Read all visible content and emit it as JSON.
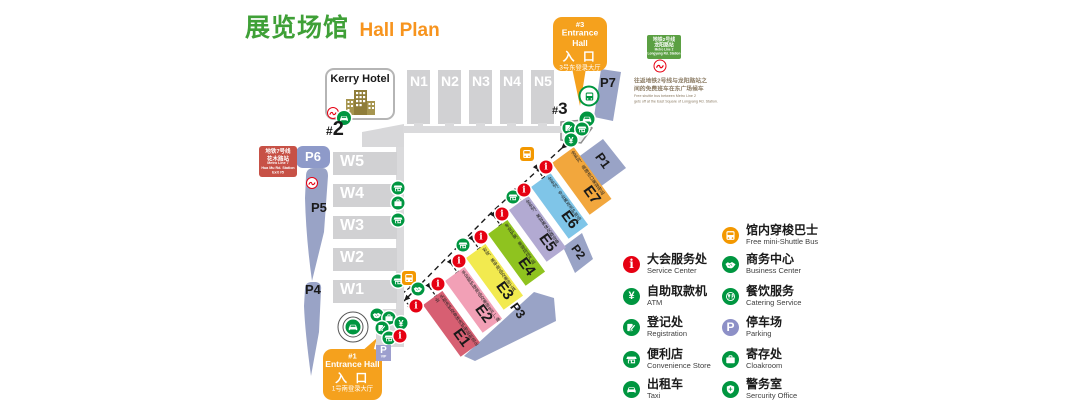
{
  "title": {
    "zh": "展览场馆",
    "en": "Hall Plan"
  },
  "landmark": {
    "kerry_hotel": "Kerry Hotel"
  },
  "entrance_marks": {
    "hash": "#",
    "e2_num": "2",
    "e3_num": "3"
  },
  "callout1": {
    "num": "#1",
    "line1": "Entrance Hall",
    "line2": "入 口",
    "line3": "1号南登录大厅"
  },
  "callout3": {
    "num": "#3",
    "line1": "Entrance Hall",
    "line2": "入 口",
    "line3": "3号东登录大厅"
  },
  "halls_north": [
    "N1",
    "N2",
    "N3",
    "N4",
    "N5"
  ],
  "halls_west": [
    "W5",
    "W4",
    "W3",
    "W2",
    "W1"
  ],
  "halls_east": [
    {
      "id": "E1",
      "color": "#d75f72",
      "label": "头部洗护及身体洗护用品制造企业"
    },
    {
      "id": "E2",
      "color": "#f2a0b6",
      "label": "手足部护理用品及美容生产厂商"
    },
    {
      "id": "E3",
      "color": "#f2ea4f",
      "label": "彩妆、美甲用品及美容工具"
    },
    {
      "id": "E4",
      "color": "#8fc31f",
      "label": "专业护肤、美容院线产品"
    },
    {
      "id": "E5",
      "color": "#b2aad2",
      "label": "全系列、美容美体仪器设备"
    },
    {
      "id": "E6",
      "color": "#7fc5e8",
      "label": "全系列、专业美发洗护用品"
    },
    {
      "id": "E7",
      "color": "#f2a73d",
      "label": "全系列、高端进口美容用品"
    }
  ],
  "parking": {
    "p1": "P1",
    "p2": "P2",
    "p3": "P3",
    "p4": "P4",
    "p5": "P5",
    "p6": "P6",
    "p7": "P7",
    "vip_p": "P",
    "vip": "VIP"
  },
  "metro_line7": {
    "zh1": "地铁7号线",
    "zh2": "花木路站",
    "en1": "Metro Line 7",
    "en2": "Hua Mu Rd. Station",
    "en3": "Exit #5"
  },
  "metro_line2": {
    "zh1": "地铁2号线",
    "zh2": "龙阳路站",
    "en1": "Metro Line 2",
    "en2": "Longyang Rd. Station"
  },
  "shuttle_note": {
    "zh1": "往返地铁2号线与龙阳路站之",
    "zh2": "间的免费班车在东广场候车",
    "en1": "Free shuttle bus between Metro Line 2",
    "en2": "gets off at the East Square of Longyang Rd. Station."
  },
  "legend": {
    "left": [
      {
        "zh": "大会服务处",
        "en": "Service Center",
        "icon": "info-icon",
        "color": "#e60012"
      },
      {
        "zh": "自助取款机",
        "en": "ATM",
        "icon": "atm-icon",
        "color": "#009640"
      },
      {
        "zh": "登记处",
        "en": "Registration",
        "icon": "registration-icon",
        "color": "#009640"
      },
      {
        "zh": "便利店",
        "en": "Convenience Store",
        "icon": "store-icon",
        "color": "#009640"
      },
      {
        "zh": "出租车",
        "en": "Taxi",
        "icon": "taxi-icon",
        "color": "#009640"
      }
    ],
    "right": [
      {
        "zh": "馆内穿梭巴士",
        "en": "Free mini-Shuttle Bus",
        "icon": "bus-icon",
        "color": "#f39800"
      },
      {
        "zh": "商务中心",
        "en": "Business Center",
        "icon": "business-icon",
        "color": "#009640"
      },
      {
        "zh": "餐饮服务",
        "en": "Catering Service",
        "icon": "catering-icon",
        "color": "#009640"
      },
      {
        "zh": "停车场",
        "en": "Parking",
        "icon": "parking-icon",
        "color": "#8d90c7"
      },
      {
        "zh": "寄存处",
        "en": "Cloakroom",
        "icon": "cloakroom-icon",
        "color": "#009640"
      },
      {
        "zh": "警务室",
        "en": "Sercurity Office",
        "icon": "security-icon",
        "color": "#009640"
      }
    ]
  },
  "colors": {
    "title_green": "#3fa037",
    "title_orange": "#f7941e",
    "hall_gray": "#d1d1d3",
    "parking_blue": "#99a3c6",
    "callout_orange": "#f5a11d",
    "metro_red": "#e60012",
    "icon_green": "#009640"
  }
}
